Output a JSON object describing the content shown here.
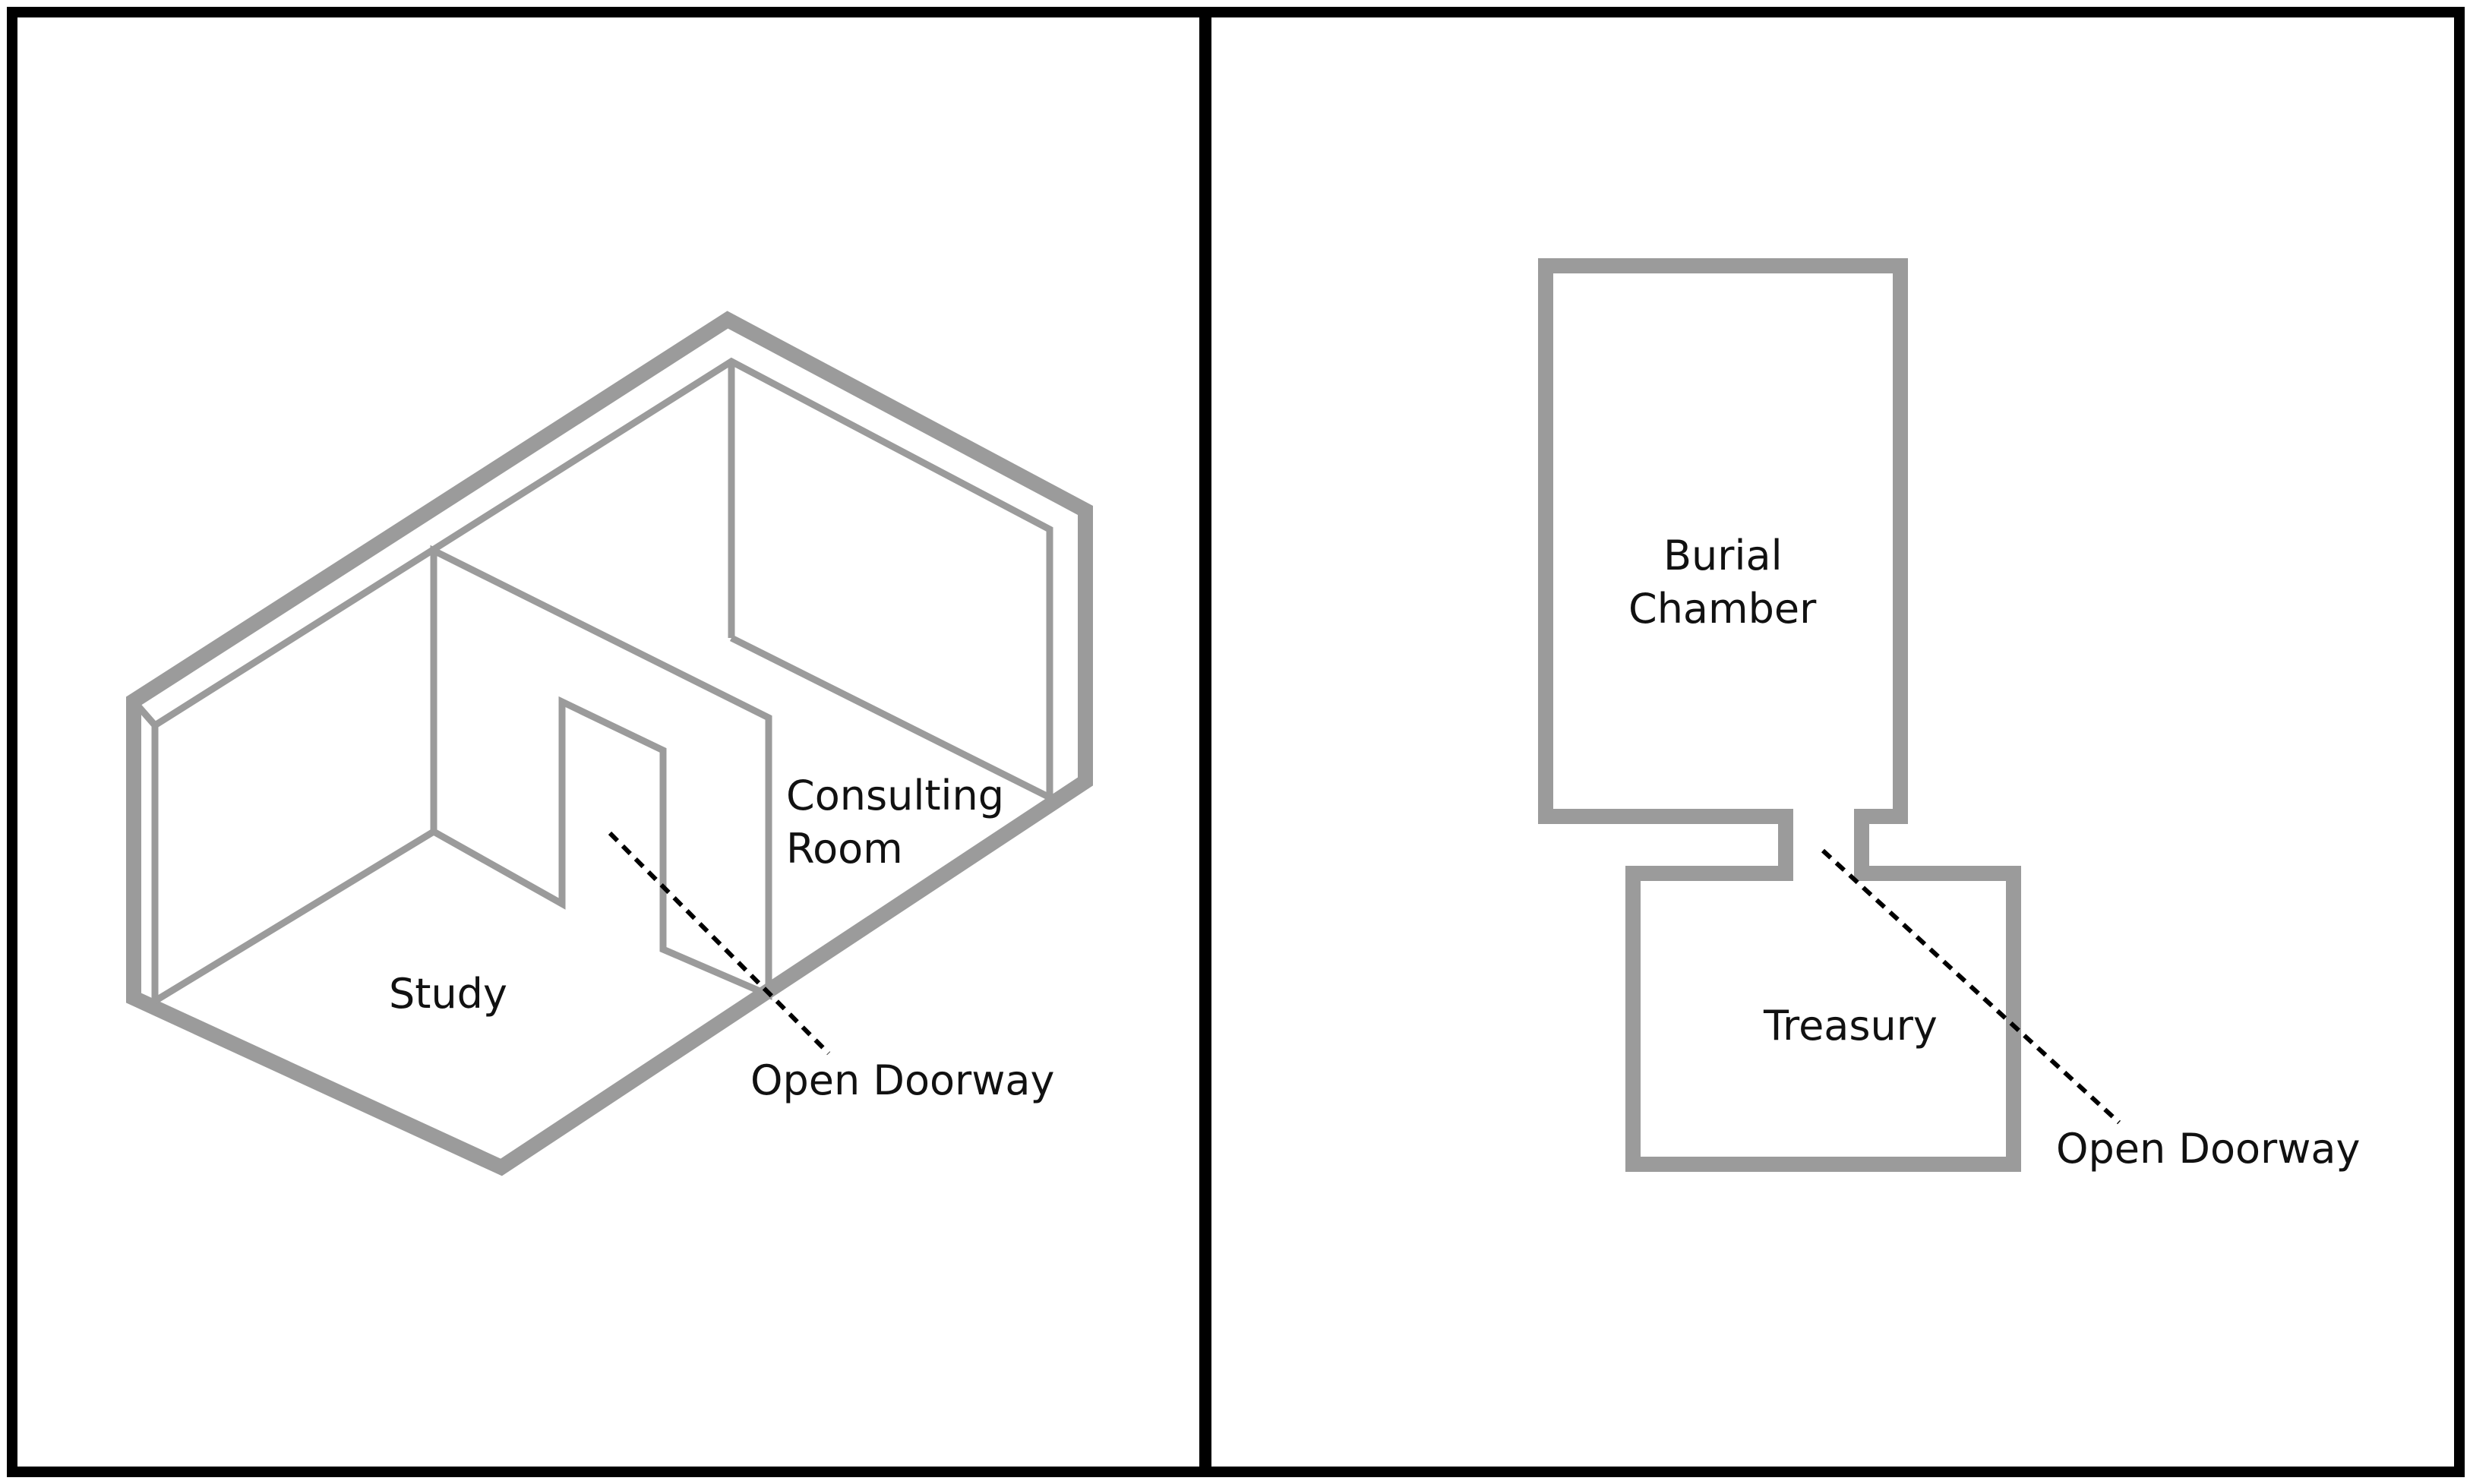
{
  "left_panel": {
    "rooms": {
      "study": "Study",
      "consulting_line1": "Consulting",
      "consulting_line2": "Room"
    },
    "doorway_label": "Open Doorway"
  },
  "right_panel": {
    "rooms": {
      "burial_line1": "Burial",
      "burial_line2": "Chamber",
      "treasury": "Treasury"
    },
    "doorway_label": "Open Doorway"
  },
  "colors": {
    "wall": "#9b9b9b",
    "frame": "#000000",
    "text": "#111111"
  }
}
